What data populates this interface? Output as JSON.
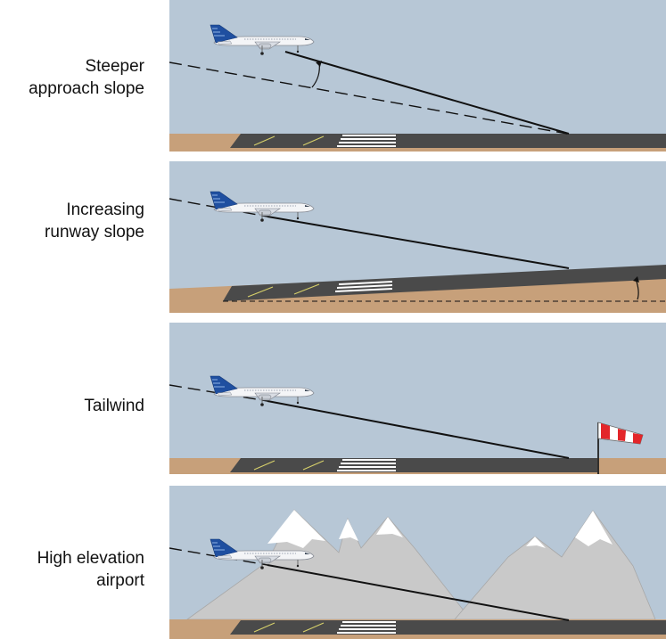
{
  "panels": [
    {
      "label_line1": "Steeper",
      "label_line2": "approach slope"
    },
    {
      "label_line1": "Increasing",
      "label_line2": "runway slope"
    },
    {
      "label_line1": "Tailwind",
      "label_line2": ""
    },
    {
      "label_line1": "High elevation",
      "label_line2": "airport"
    }
  ],
  "colors": {
    "sky": "#b7c7d6",
    "ground": "#c7a07a",
    "runway": "#4a4a4a",
    "runway_marking": "#ffffff",
    "centerline": "#d6d06a",
    "mountain": "#c9c9c9",
    "snow": "#ffffff",
    "windsock_red": "#e3262a",
    "aircraft_livery": "#1f4fa0"
  },
  "icons": [
    "aircraft-icon",
    "windsock-icon",
    "mountain-icon"
  ]
}
